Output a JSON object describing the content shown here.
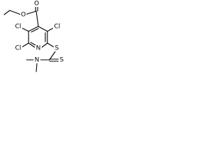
{
  "atoms": {
    "ester_carbonyl_o": "O",
    "ester_ether_o": "O",
    "cl_left_top": "Cl",
    "cl_right_top": "Cl",
    "cl_left_bottom": "Cl",
    "ring_n": "N",
    "thio_s": "S",
    "thione_s": "S",
    "amine_n": "N"
  }
}
